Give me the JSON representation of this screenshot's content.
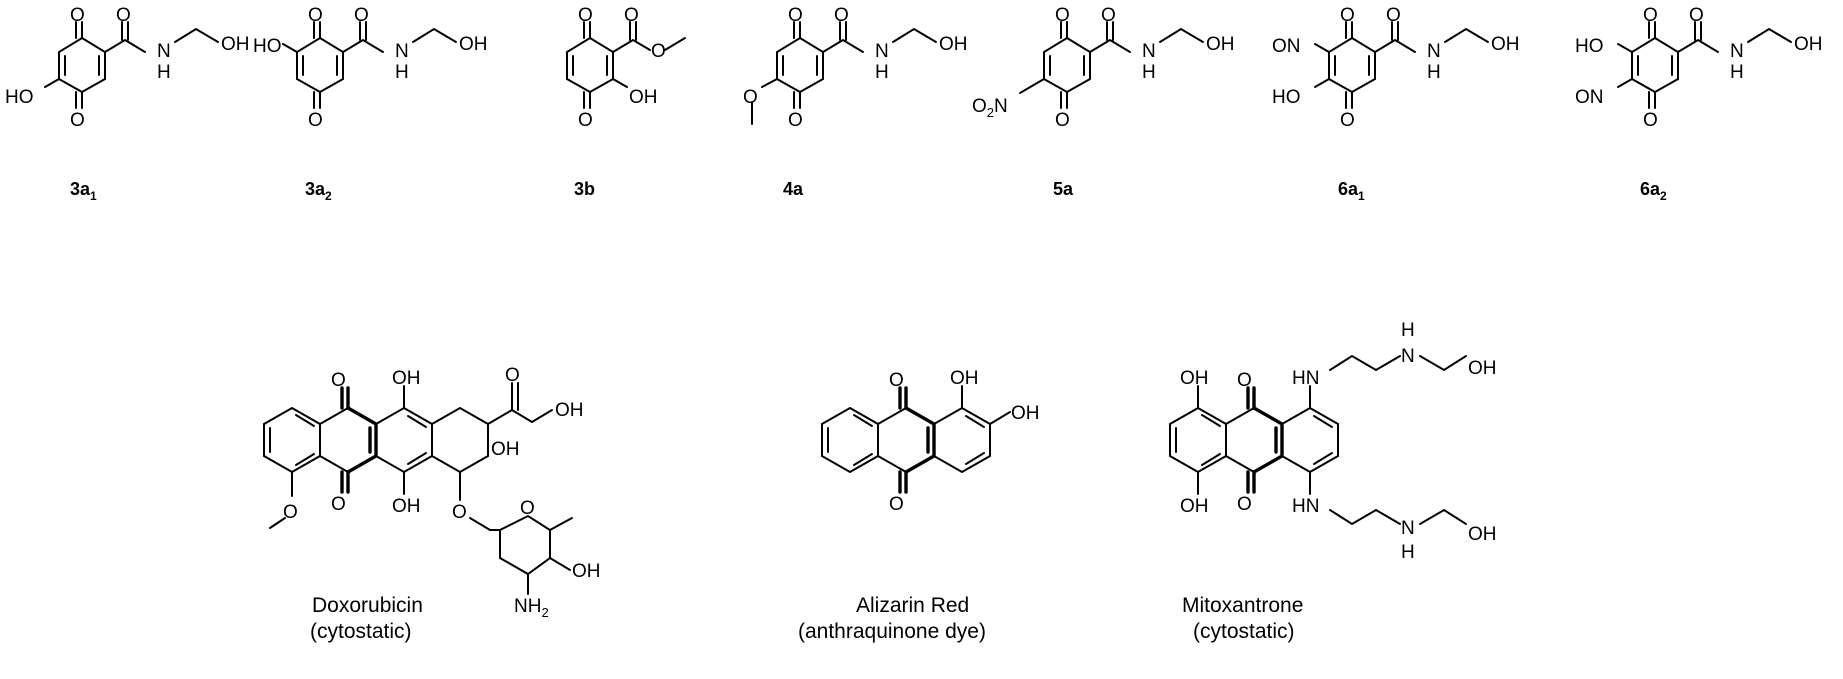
{
  "atoms": {
    "O": "O",
    "N": "N",
    "H": "H",
    "OH": "OH",
    "HO": "HO",
    "ON": "ON",
    "O2N_main": "O",
    "O2N_sub": "2",
    "O2N_tail": "N",
    "NH": "NH",
    "HN": "HN",
    "NH2_main": "NH",
    "NH2_sub": "2"
  },
  "compound_labels": [
    {
      "main": "3a",
      "sub": "1"
    },
    {
      "main": "3a",
      "sub": "2"
    },
    {
      "main": "3b",
      "sub": ""
    },
    {
      "main": "4a",
      "sub": ""
    },
    {
      "main": "5a",
      "sub": ""
    },
    {
      "main": "6a",
      "sub": "1"
    },
    {
      "main": "6a",
      "sub": "2"
    }
  ],
  "drugs": [
    {
      "name": "Doxorubicin",
      "class": "(cytostatic)"
    },
    {
      "name": "Alizarin Red",
      "class": "(anthraquinone dye)"
    },
    {
      "name": "Mitoxantrone",
      "class": "(cytostatic)"
    }
  ]
}
